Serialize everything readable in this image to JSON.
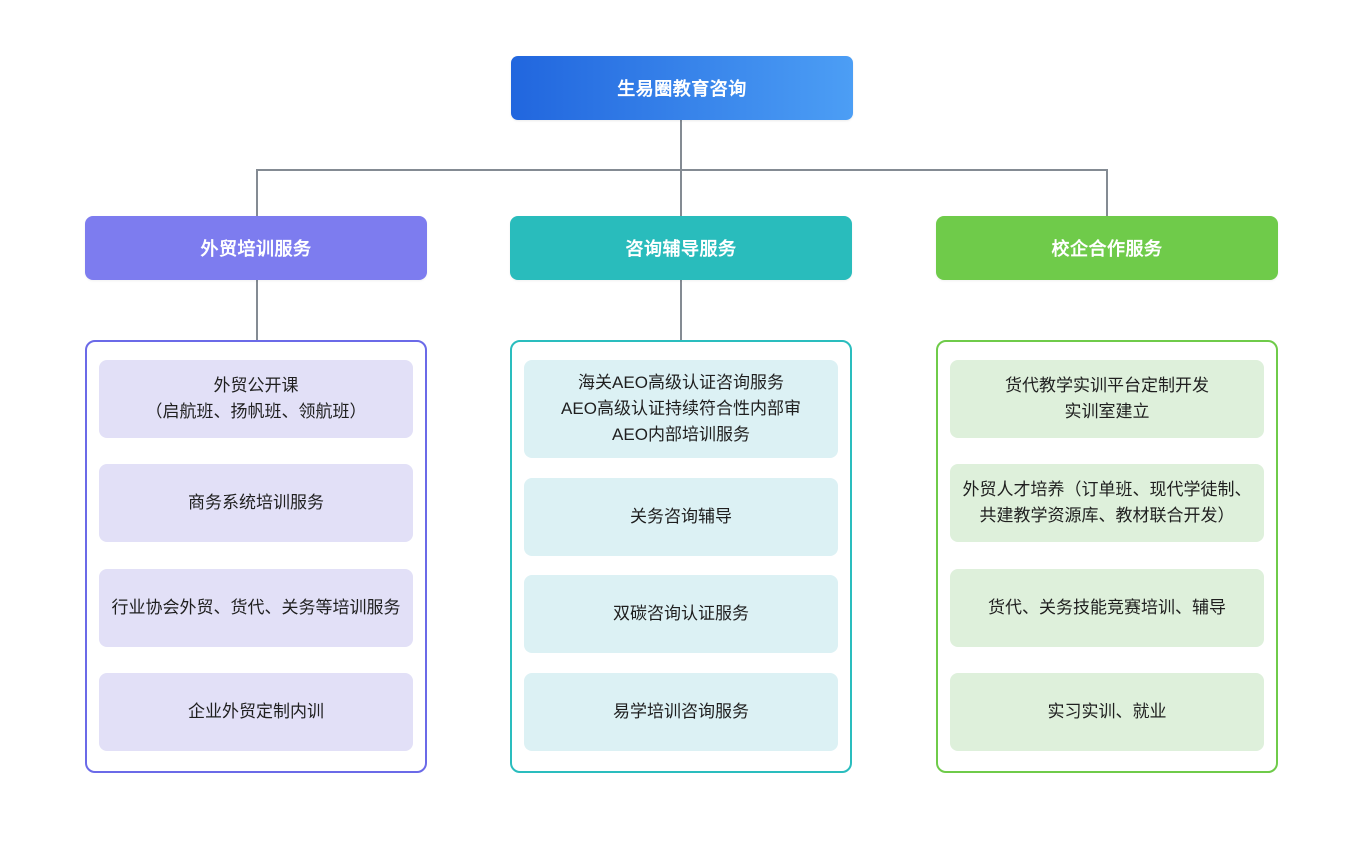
{
  "root": {
    "label": "生易圈教育咨询",
    "gradient_start": "#2166DE",
    "gradient_end": "#4C9EF5"
  },
  "connector_color": "#848B93",
  "branches": [
    {
      "label": "外贸培训服务",
      "header_color": "#7D7CEF",
      "border_color": "#6B6AE8",
      "item_bg": "#E2E0F7",
      "items": [
        "外贸公开课\n（启航班、扬帆班、领航班）",
        "商务系统培训服务",
        "行业协会外贸、货代、关务等培训服务",
        "企业外贸定制内训"
      ]
    },
    {
      "label": "咨询辅导服务",
      "header_color": "#29BCBC",
      "border_color": "#2ABDBE",
      "item_bg": "#DCF1F4",
      "items": [
        "海关AEO高级认证咨询服务\nAEO高级认证持续符合性内部审\nAEO内部培训服务",
        "关务咨询辅导",
        "双碳咨询认证服务",
        "易学培训咨询服务"
      ]
    },
    {
      "label": "校企合作服务",
      "header_color": "#6FCB4A",
      "border_color": "#6FCB4A",
      "item_bg": "#DEF0DB",
      "items": [
        "货代教学实训平台定制开发\n实训室建立",
        "外贸人才培养（订单班、现代学徒制、共建教学资源库、教材联合开发）",
        "货代、关务技能竞赛培训、辅导",
        "实习实训、就业"
      ]
    }
  ]
}
